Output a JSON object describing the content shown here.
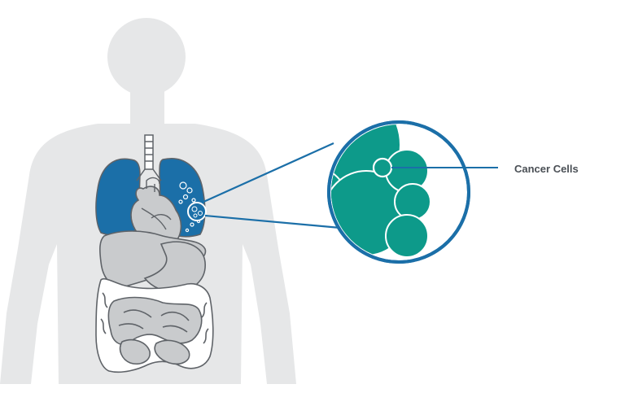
{
  "labels": {
    "cancer_cells": "Cancer Cells"
  },
  "colors": {
    "body_silhouette": "#e6e7e8",
    "lung": "#1b6fa8",
    "outline": "#5f6368",
    "organ_gray": "#c9cbcd",
    "callout_ring": "#1b6fa8",
    "cancer_cell_fill": "#0d9a8a",
    "background": "#ffffff"
  },
  "icons": [
    "human-body-silhouette",
    "lungs",
    "heart",
    "trachea",
    "liver",
    "stomach",
    "intestines",
    "magnifier-callout",
    "cancer-cells"
  ]
}
